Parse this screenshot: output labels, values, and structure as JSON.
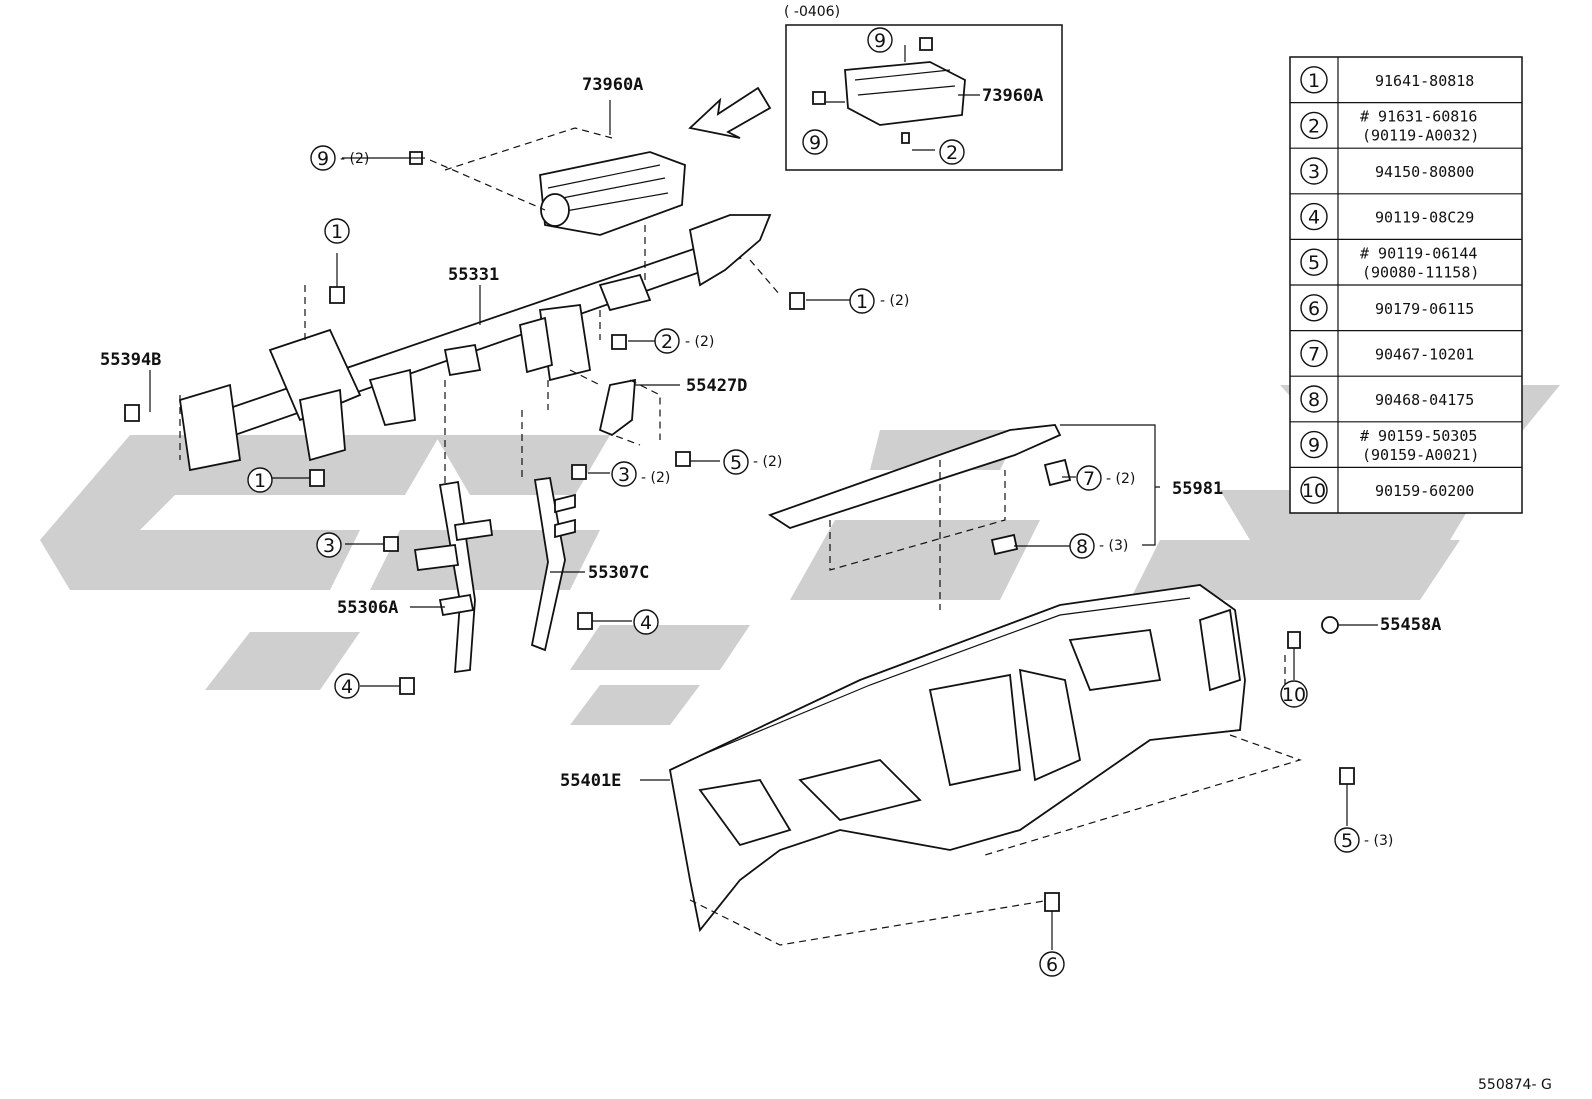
{
  "diagram": {
    "part_labels": {
      "p73960a_main": "73960A",
      "p73960a_inset": "73960A",
      "p55331": "55331",
      "p55394b": "55394B",
      "p55427d": "55427D",
      "p55307c": "55307C",
      "p55306a": "55306A",
      "p55981": "55981",
      "p55458a": "55458A",
      "p55401e": "55401E"
    },
    "inset_caption": "(      -0406)",
    "diagram_code": "550874- G",
    "callouts": [
      {
        "num": "9",
        "qty": "- (2)"
      },
      {
        "num": "1",
        "qty": ""
      },
      {
        "num": "1",
        "qty": "- (2)"
      },
      {
        "num": "2",
        "qty": "- (2)"
      },
      {
        "num": "1",
        "qty": ""
      },
      {
        "num": "5",
        "qty": "- (2)"
      },
      {
        "num": "3",
        "qty": "- (2)"
      },
      {
        "num": "3",
        "qty": ""
      },
      {
        "num": "4",
        "qty": ""
      },
      {
        "num": "4",
        "qty": ""
      },
      {
        "num": "7",
        "qty": "- (2)"
      },
      {
        "num": "8",
        "qty": "- (3)"
      },
      {
        "num": "10",
        "qty": ""
      },
      {
        "num": "5",
        "qty": "- (3)"
      },
      {
        "num": "6",
        "qty": ""
      },
      {
        "num": "9",
        "qty": ""
      },
      {
        "num": "9",
        "qty": ""
      },
      {
        "num": "2",
        "qty": ""
      }
    ],
    "parts_table": [
      {
        "num": "1",
        "line1": "91641-80818",
        "line2": ""
      },
      {
        "num": "2",
        "line1": "# 91631-60816",
        "line2": "(90119-A0032)"
      },
      {
        "num": "3",
        "line1": "94150-80800",
        "line2": ""
      },
      {
        "num": "4",
        "line1": "90119-08C29",
        "line2": ""
      },
      {
        "num": "5",
        "line1": "# 90119-06144",
        "line2": "(90080-11158)"
      },
      {
        "num": "6",
        "line1": "90179-06115",
        "line2": ""
      },
      {
        "num": "7",
        "line1": "90467-10201",
        "line2": ""
      },
      {
        "num": "8",
        "line1": "90468-04175",
        "line2": ""
      },
      {
        "num": "9",
        "line1": "# 90159-50305",
        "line2": "(90159-A0021)"
      },
      {
        "num": "10",
        "line1": "90159-60200",
        "line2": ""
      }
    ]
  }
}
